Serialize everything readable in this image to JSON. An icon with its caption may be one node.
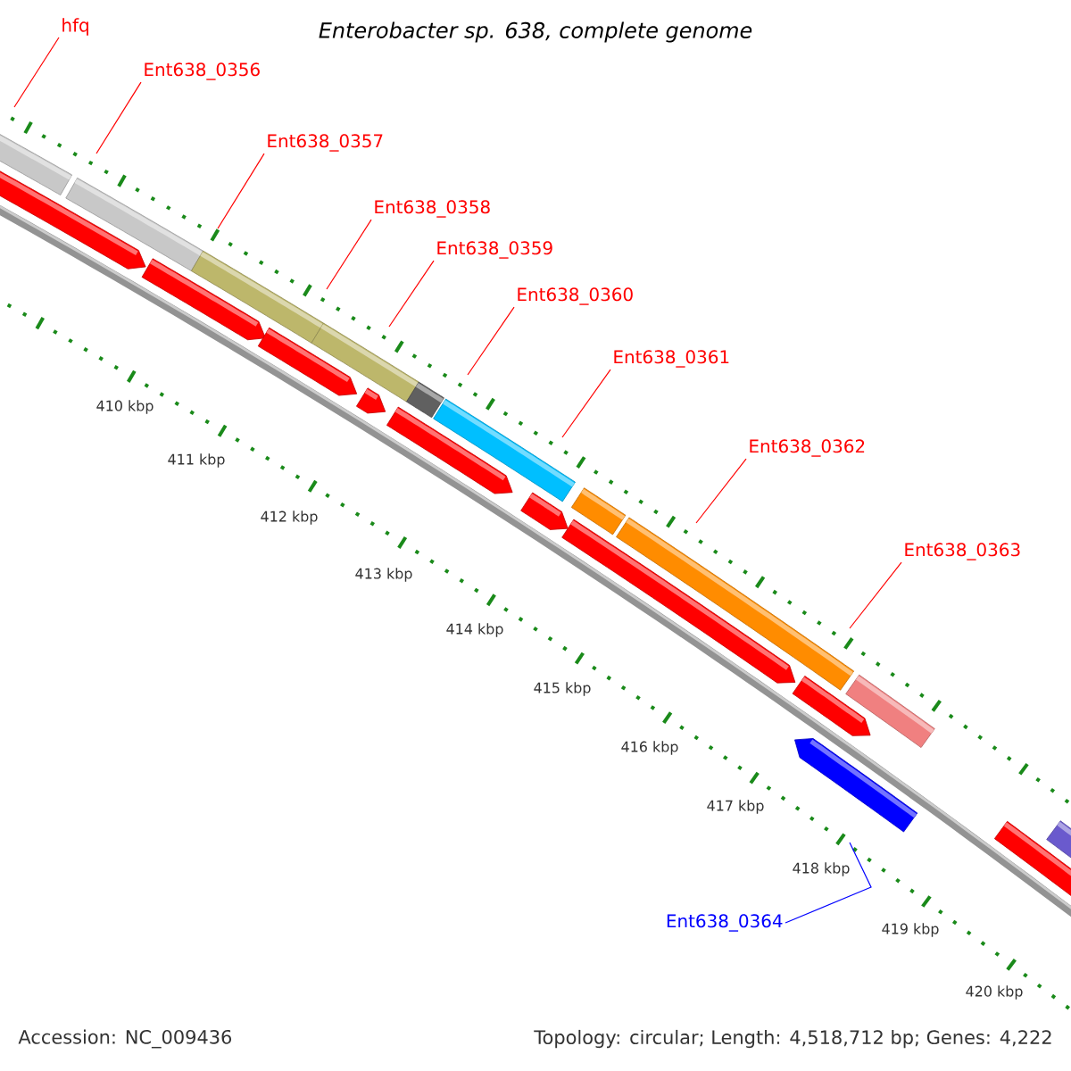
{
  "diagram": {
    "title": "Enterobacter sp. 638, complete genome",
    "nodes": [
      {
        "text": [
          "hfq"
        ]
      },
      {
        "text": [
          "Ent638_0356"
        ]
      },
      {
        "text": [
          "Ent638_0357"
        ]
      },
      {
        "text": [
          "Ent638_0358"
        ]
      },
      {
        "text": [
          "Ent638_0359"
        ]
      },
      {
        "text": [
          "Ent638_0360"
        ]
      },
      {
        "text": [
          "Ent638_0361"
        ]
      },
      {
        "text": [
          "Ent638_0362"
        ]
      },
      {
        "text": [
          "Ent638_0363"
        ]
      },
      {
        "text": [
          "Ent638_0364"
        ]
      }
    ],
    "edges": [
      {
        "from": 0,
        "to": null,
        "arrow": "none"
      },
      {
        "from": 1,
        "to": null,
        "arrow": "none"
      },
      {
        "from": 2,
        "to": null,
        "arrow": "none"
      },
      {
        "from": 3,
        "to": null,
        "arrow": "none"
      },
      {
        "from": 4,
        "to": null,
        "arrow": "none"
      },
      {
        "from": 5,
        "to": null,
        "arrow": "none"
      },
      {
        "from": 6,
        "to": null,
        "arrow": "none"
      },
      {
        "from": 7,
        "to": null,
        "arrow": "none"
      },
      {
        "from": 8,
        "to": null,
        "arrow": "none"
      },
      {
        "from": 9,
        "to": null,
        "arrow": "none",
        "color": "#0000ff"
      }
    ],
    "labels": [
      "410 kbp",
      "411 kbp",
      "412 kbp",
      "413 kbp",
      "414 kbp",
      "415 kbp",
      "416 kbp",
      "417 kbp",
      "418 kbp",
      "419 kbp",
      "420 kbp",
      "Accession: NC_009436",
      "Topology: circular; Length: 4,518,712 bp; Genes: 4,222"
    ]
  }
}
